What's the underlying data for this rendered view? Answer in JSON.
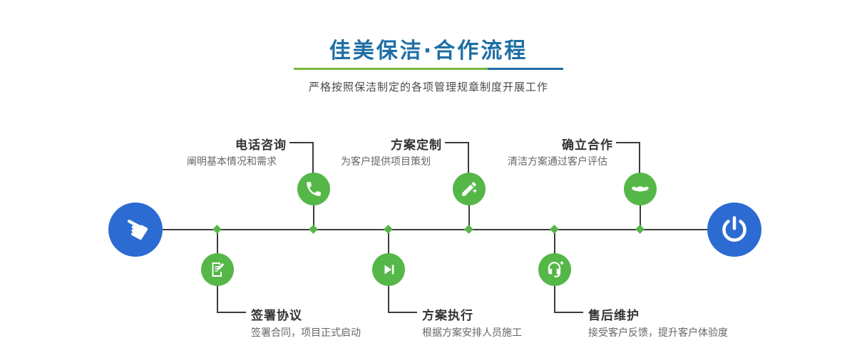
{
  "header": {
    "title": "佳美保洁·合作流程",
    "subtitle": "严格按照保洁制定的各项管理规章制度开展工作"
  },
  "colors": {
    "title_blue": "#1d6fa5",
    "divider_green": "#7ab83a",
    "divider_blue": "#1d6fa5",
    "node_blue": "#2c6bd2",
    "node_green": "#55b748",
    "line_dark": "#3c3c3c"
  },
  "icons": {
    "pointing_hand": "☚",
    "start": "pointing-hand-icon",
    "end": "power-icon"
  },
  "timeline": {
    "steps_top": [
      {
        "title": "电话咨询",
        "desc": "阐明基本情况和需求",
        "icon": "phone-icon"
      },
      {
        "title": "方案定制",
        "desc": "为客户提供项目策划",
        "icon": "pencil-icon"
      },
      {
        "title": "确立合作",
        "desc": "清洁方案通过客户评估",
        "icon": "handshake-icon"
      }
    ],
    "steps_bottom": [
      {
        "title": "签署协议",
        "desc": "签署合同，项目正式启动",
        "icon": "contract-icon"
      },
      {
        "title": "方案执行",
        "desc": "根据方案安排人员施工",
        "icon": "play-icon"
      },
      {
        "title": "售后维护",
        "desc": "接受客户反馈，提升客户体验度",
        "icon": "headset-icon"
      }
    ]
  }
}
